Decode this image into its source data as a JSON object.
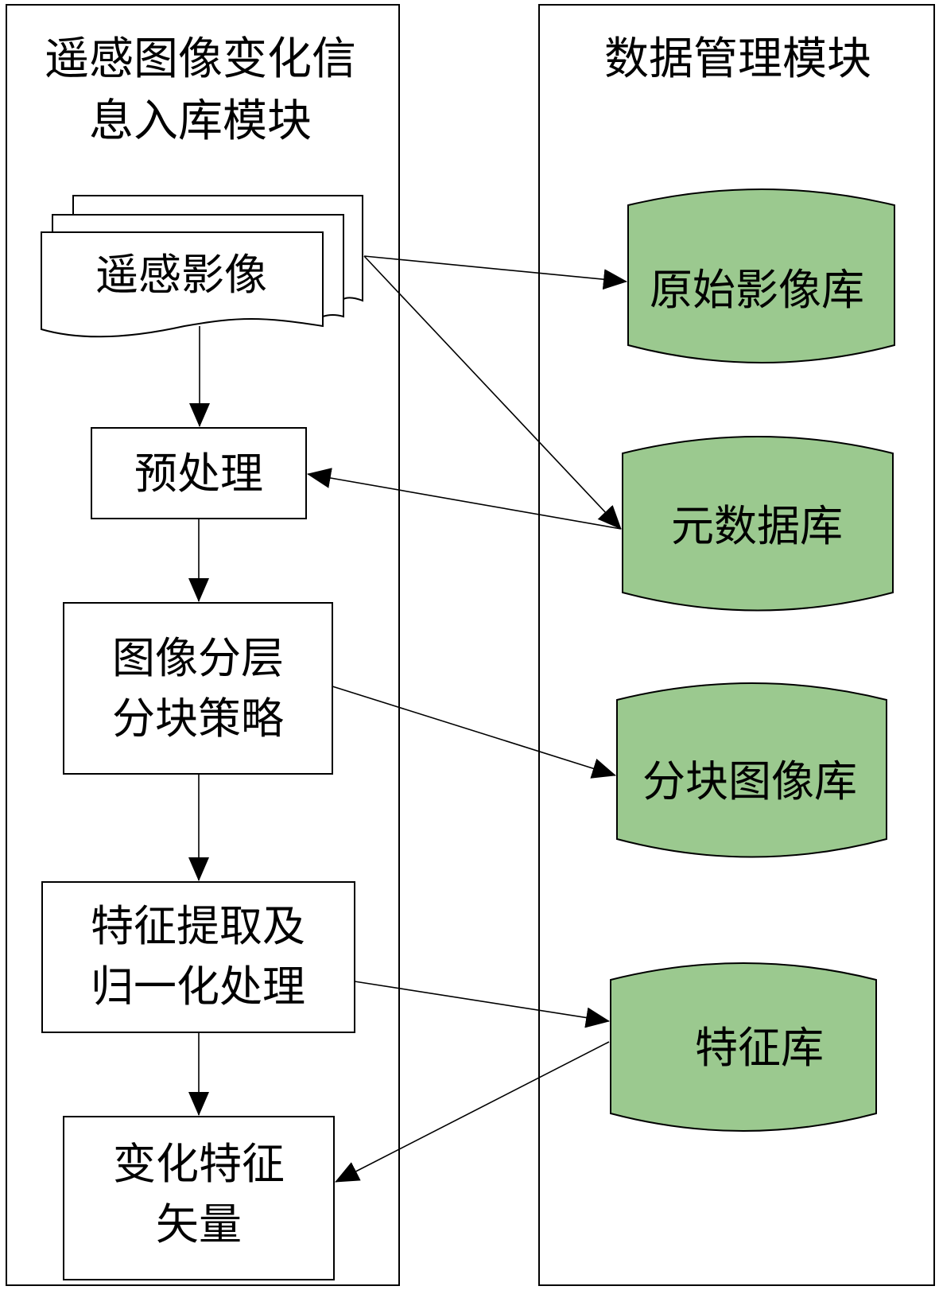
{
  "colors": {
    "database_fill": "#9bc98f",
    "line": "#000000",
    "background": "#ffffff"
  },
  "lanes": {
    "left": {
      "title_lines": [
        "遥感图像变化信",
        "息入库模块"
      ]
    },
    "right": {
      "title_lines": [
        "数据管理模块"
      ]
    }
  },
  "nodes": {
    "remote_images": {
      "lines": [
        "遥感影像"
      ]
    },
    "preprocess": {
      "lines": [
        "预处理"
      ]
    },
    "layering": {
      "lines": [
        "图像分层",
        "分块策略"
      ]
    },
    "features": {
      "lines": [
        "特征提取及",
        "归一化处理"
      ]
    },
    "change_vector": {
      "lines": [
        "变化特征",
        "矢量"
      ]
    }
  },
  "databases": {
    "raw_db": {
      "lines": [
        "原始影像库"
      ]
    },
    "meta_db": {
      "lines": [
        "元数据库"
      ]
    },
    "tile_db": {
      "lines": [
        "分块图像库"
      ]
    },
    "feature_db": {
      "lines": [
        "特征库"
      ]
    }
  },
  "edges": [
    {
      "from": "remote_images",
      "to": "preprocess"
    },
    {
      "from": "preprocess",
      "to": "layering"
    },
    {
      "from": "layering",
      "to": "features"
    },
    {
      "from": "features",
      "to": "change_vector"
    },
    {
      "from": "remote_images",
      "to": "raw_db"
    },
    {
      "from": "remote_images",
      "to": "meta_db"
    },
    {
      "from": "meta_db",
      "to": "preprocess"
    },
    {
      "from": "layering",
      "to": "tile_db"
    },
    {
      "from": "features",
      "to": "feature_db"
    },
    {
      "from": "feature_db",
      "to": "change_vector"
    }
  ]
}
